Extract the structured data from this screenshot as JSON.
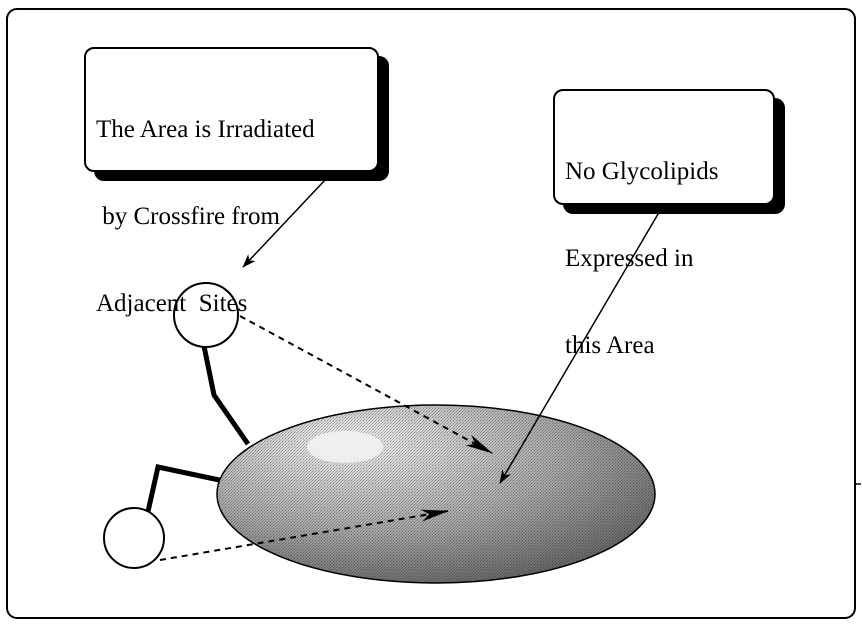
{
  "diagram": {
    "callouts": {
      "crossfire": {
        "lines": [
          "The Area is Irradiated",
          " by Crossfire from",
          "Adjacent  Sites"
        ]
      },
      "no_glycolipids": {
        "lines": [
          "No Glycolipids",
          "Expressed in",
          "this Area"
        ]
      }
    },
    "colors": {
      "ink": "#000000",
      "background": "#ffffff",
      "tumor_light": "#e8e8e8",
      "tumor_dark": "#5a5a5a"
    }
  }
}
